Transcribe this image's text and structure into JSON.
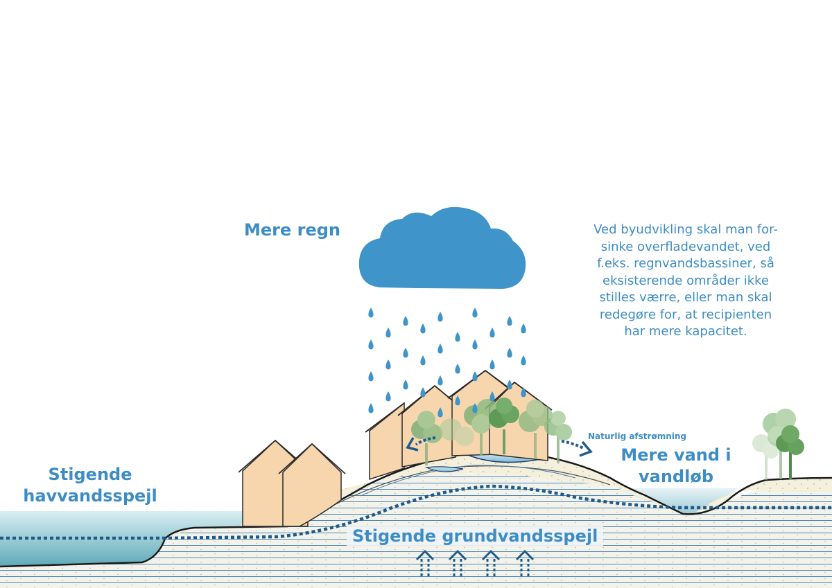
{
  "labels": {
    "rain": "Mere regn",
    "sea_level": "Stigende havvandsspejl",
    "stream": "Mere vand i vandløb",
    "runoff": "Naturlig afstrømning",
    "groundwater": "Stigende grundvandsspejl"
  },
  "note": "Ved byudvikling skal man for-\nsinke overfladevandet, ved\nf.eks. regnvandsbassiner, så\neksisterende områder ikke\nstilles værre, eller man skal\nredegøre for, at recipienten\nhar mere kapacitet.",
  "icons": [
    "cloud-icon",
    "raindrop-icon",
    "house-icon",
    "tree-icon",
    "arrow-up-icon",
    "arrow-left-icon",
    "arrow-right-icon"
  ],
  "colors": {
    "text_blue": "#3d8dc4",
    "cloud": "#3f94c9",
    "house_fill": "#f7d6ae",
    "soil_fill": "#f4efd6",
    "water_line": "#1f5a8a",
    "tree_green": "#5a9e58"
  }
}
